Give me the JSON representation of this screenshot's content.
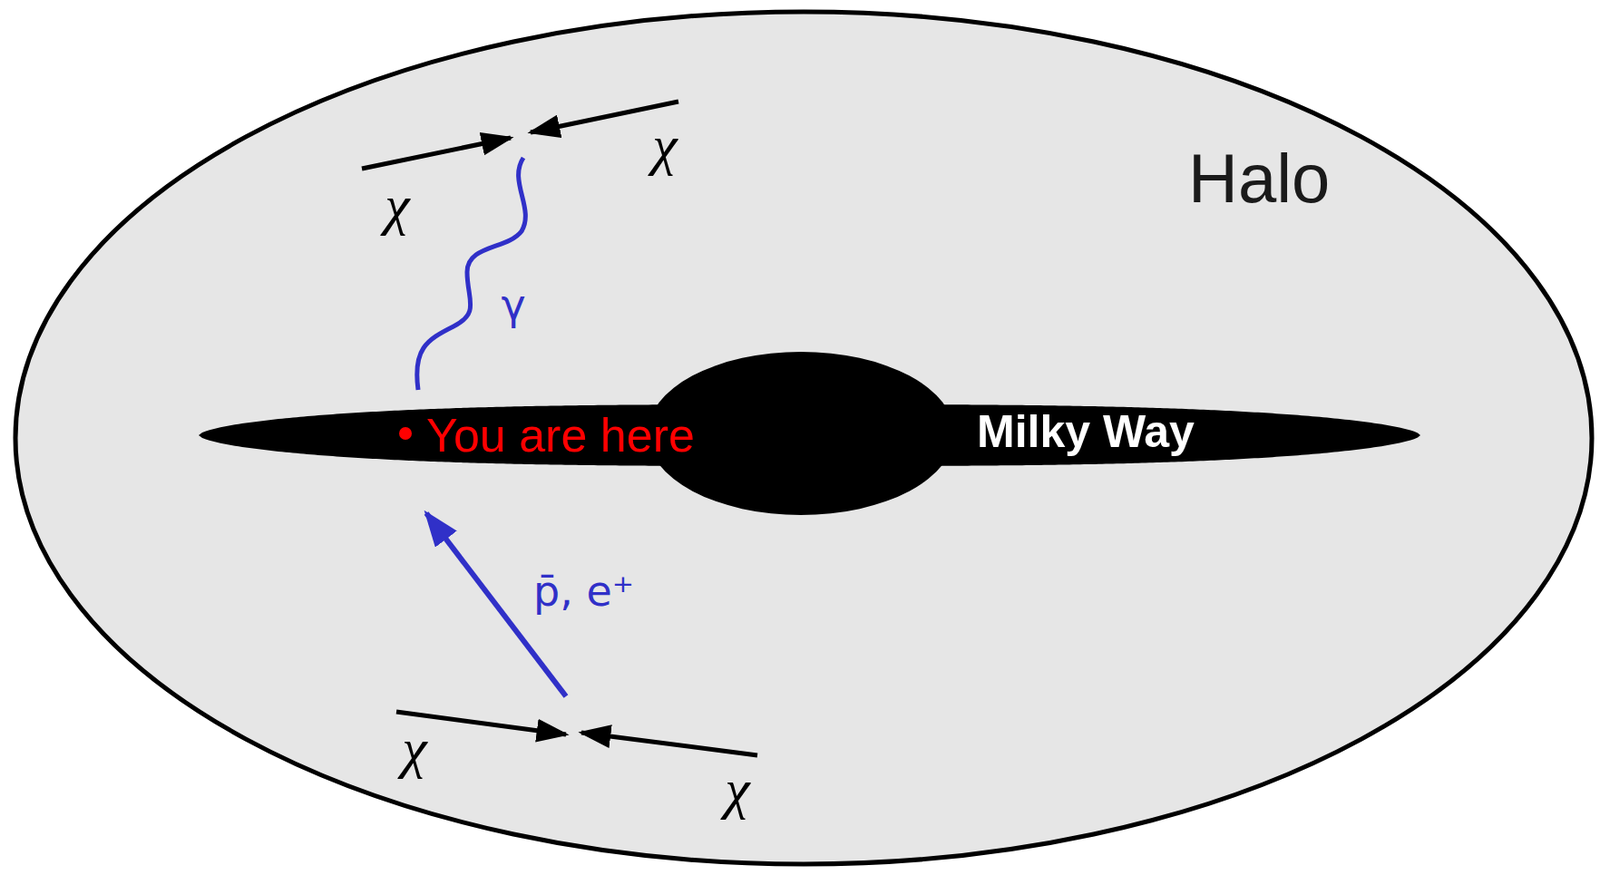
{
  "diagram": {
    "nodes": [
      {
        "text": [
          "Halo"
        ]
      },
      {
        "text": [
          "You are here",
          "Milky Way"
        ],
        "in": 0
      }
    ],
    "labels": [
      "χ",
      "χ",
      "γ",
      "p̄, e⁺",
      "χ",
      "χ"
    ]
  }
}
